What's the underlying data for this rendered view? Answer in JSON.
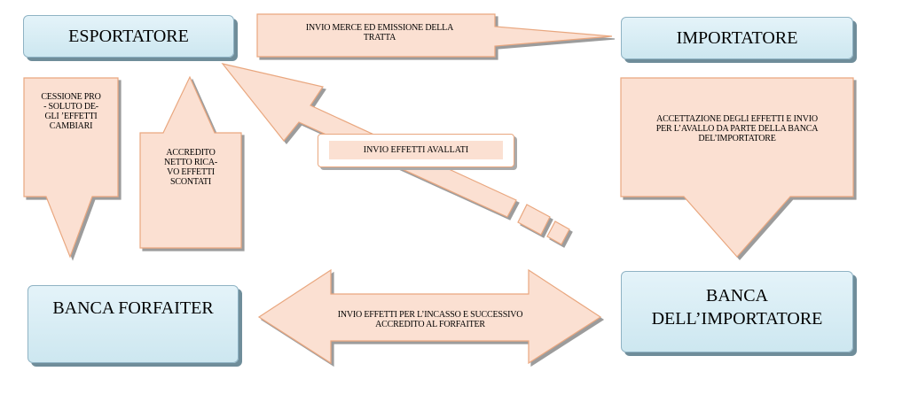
{
  "entities": {
    "exporter": "ESPORTATORE",
    "importer": "IMPORTATORE",
    "forfaiter_bank": "BANCA FORFAITER",
    "importer_bank_line1": "BANCA",
    "importer_bank_line2": "DELL’IMPORTATORE"
  },
  "flows": {
    "goods_and_draft": [
      "INVIO MERCE ED EMISSIONE DELLA",
      "TRATTA"
    ],
    "non_recourse_assignment": [
      "CESSIONE PRO",
      "- SOLUTO DE-",
      "GLI ’EFFETTI",
      "CAMBIARI"
    ],
    "net_proceeds_credit": [
      "ACCREDITO",
      "NETTO RICA-",
      "VO EFFETTI",
      "SCONTATI"
    ],
    "endorsed_bills": "INVIO EFFETTI AVALLATI",
    "acceptance_and_guarantee": [
      "ACCETTAZIONE DEGLI EFFETTI  E INVIO",
      "PER L’AVALLO DA PARTE DELLA BANCA",
      "DEL’IMPORTATORE"
    ],
    "collection_and_credit": [
      "INVIO EFFETTI PER L’INCASSO E SUCCESSIVO",
      "ACCREDITO AL FORFAITER"
    ]
  },
  "colors": {
    "arrow_fill": "#fbe0d2",
    "arrow_stroke": "#e9a77f",
    "entity_fill": "#d8edf5",
    "entity_border": "#8fb3c4",
    "shadow": "#a9a9a9"
  }
}
